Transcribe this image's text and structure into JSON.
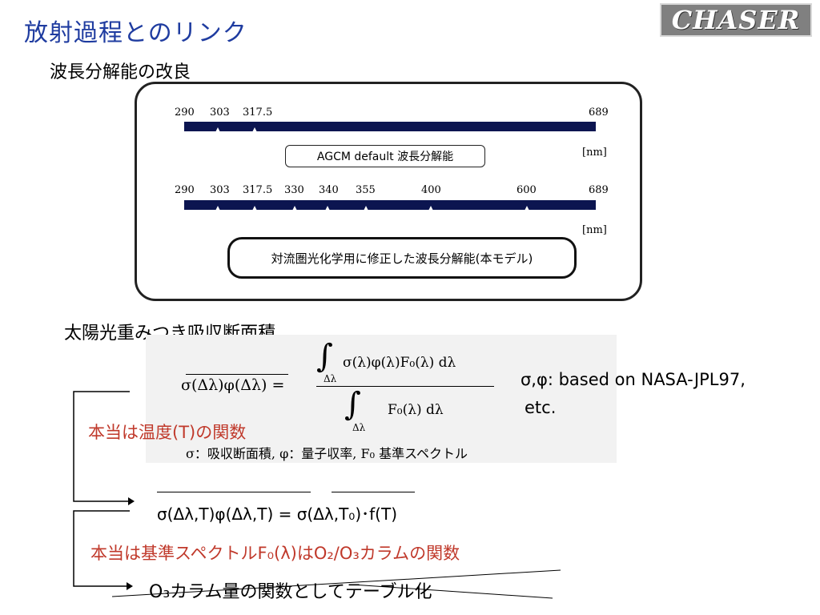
{
  "title": "放射過程とのリンク",
  "logo": "CHASER",
  "section1": "波長分解能の改良",
  "scale1": {
    "ticks": [
      "290",
      "303",
      "317.5",
      "689"
    ],
    "unit": "[nm]"
  },
  "label1": "AGCM default 波長分解能",
  "scale2": {
    "ticks": [
      "290",
      "303",
      "317.5",
      "330",
      "340",
      "355",
      "400",
      "600",
      "689"
    ],
    "unit": "[nm]"
  },
  "label2": "対流圏光化学用に修正した波長分解能(本モデル)",
  "section2": "太陽光重みつき吸収断面積",
  "formula": {
    "lhs": "σ(Δλ)φ(Δλ) =",
    "num": "σ(λ)φ(λ)F₀(λ) dλ",
    "den": "F₀(λ) dλ",
    "int_sub": "Δλ",
    "legend": "σ：吸収断面積, φ：量子収率, F₀ 基準スペクトル"
  },
  "note": {
    "line1": "σ,φ: based on NASA-JPL97,",
    "line2": "etc."
  },
  "red1": "本当は温度(T)の関数",
  "equation": "σ(Δλ,T)φ(Δλ,T) = σ(Δλ,T₀)･f(T)",
  "red2": "本当は基準スペクトルF₀(λ)はO₂/O₃カラムの関数",
  "bottom": "O₃カラム量の関数としてテーブル化",
  "colors": {
    "title": "#1f3ca0",
    "red": "#c0392b",
    "bar": "#0c1550"
  }
}
